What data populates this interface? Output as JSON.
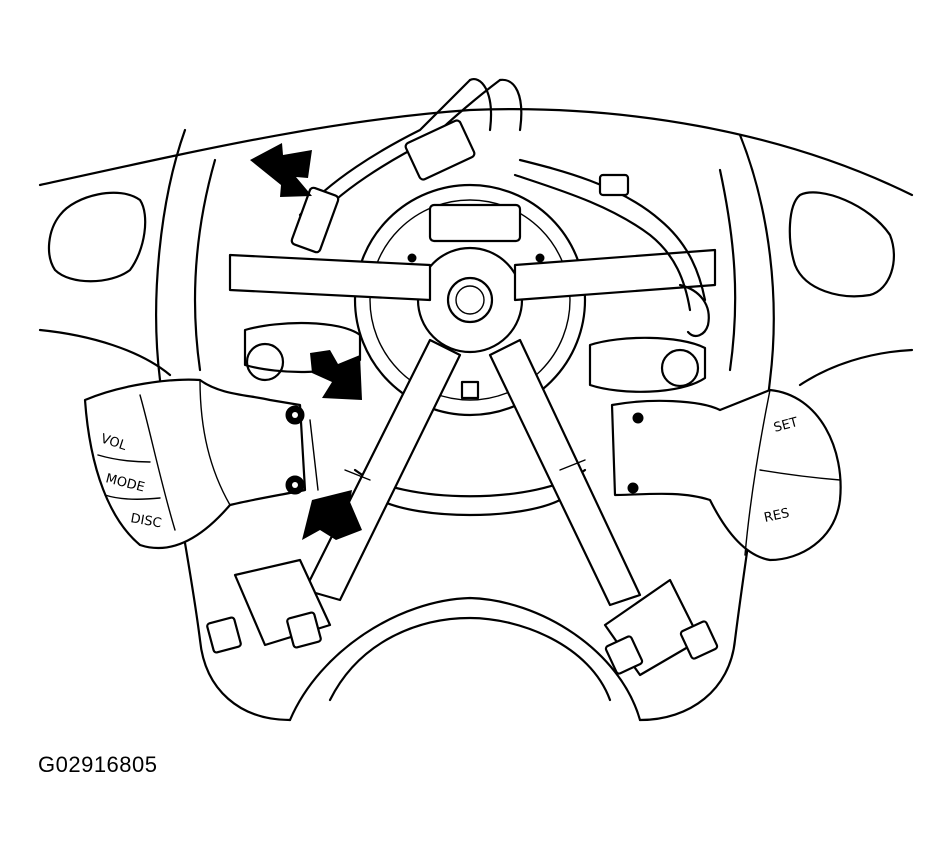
{
  "figure": {
    "id": "G02916805"
  },
  "switch_labels": {
    "left": [
      "VOL",
      "MODE",
      "DISC"
    ],
    "right": [
      "SET",
      "RES"
    ]
  },
  "arrows": {
    "count": 3,
    "color": "#000000"
  }
}
